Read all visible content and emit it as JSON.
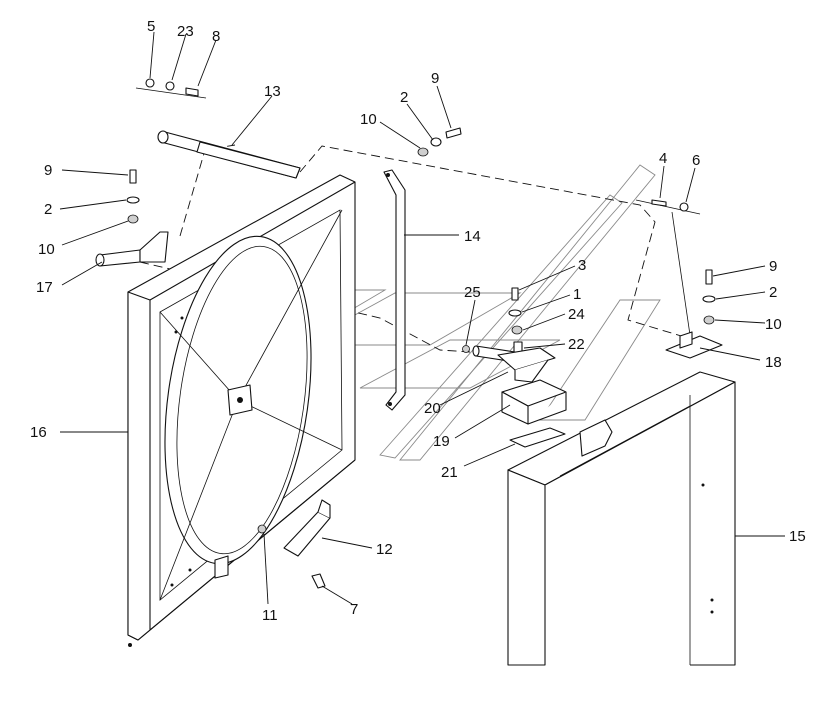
{
  "diagram": {
    "callouts": [
      {
        "id": "c5",
        "text": "5"
      },
      {
        "id": "c23",
        "text": "23"
      },
      {
        "id": "c8",
        "text": "8"
      },
      {
        "id": "c13",
        "text": "13"
      },
      {
        "id": "c9a",
        "text": "9"
      },
      {
        "id": "c2a",
        "text": "2"
      },
      {
        "id": "c10a",
        "text": "10"
      },
      {
        "id": "c9b",
        "text": "9"
      },
      {
        "id": "c2b",
        "text": "2"
      },
      {
        "id": "c10b",
        "text": "10"
      },
      {
        "id": "c17",
        "text": "17"
      },
      {
        "id": "c14",
        "text": "14"
      },
      {
        "id": "c4",
        "text": "4"
      },
      {
        "id": "c6",
        "text": "6"
      },
      {
        "id": "c3",
        "text": "3"
      },
      {
        "id": "c25",
        "text": "25"
      },
      {
        "id": "c1",
        "text": "1"
      },
      {
        "id": "c24",
        "text": "24"
      },
      {
        "id": "c22",
        "text": "22"
      },
      {
        "id": "c9c",
        "text": "9"
      },
      {
        "id": "c2c",
        "text": "2"
      },
      {
        "id": "c10c",
        "text": "10"
      },
      {
        "id": "c18",
        "text": "18"
      },
      {
        "id": "c20",
        "text": "20"
      },
      {
        "id": "c16",
        "text": "16"
      },
      {
        "id": "c19",
        "text": "19"
      },
      {
        "id": "c21",
        "text": "21"
      },
      {
        "id": "c15",
        "text": "15"
      },
      {
        "id": "c12",
        "text": "12"
      },
      {
        "id": "c11",
        "text": "11"
      },
      {
        "id": "c7",
        "text": "7"
      }
    ],
    "colors": {
      "line": "#111111",
      "background": "#ffffff",
      "watermark": "#8a8a8a"
    }
  }
}
